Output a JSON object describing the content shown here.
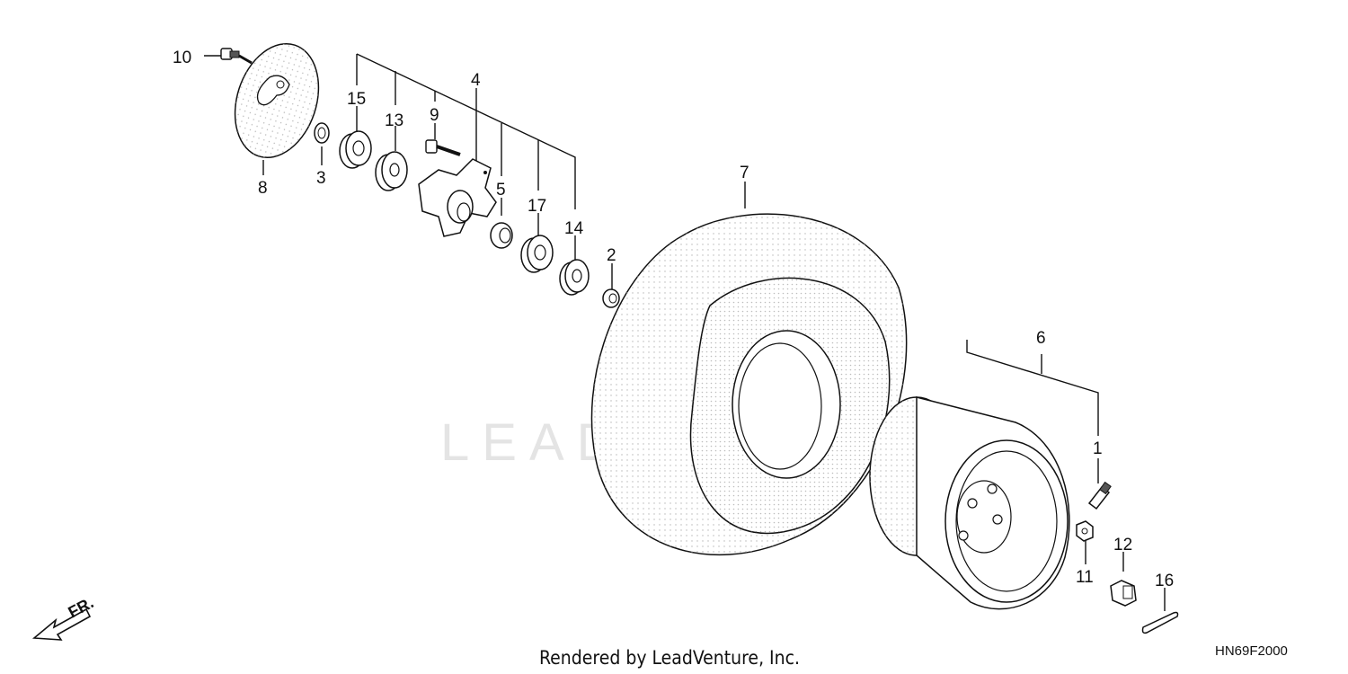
{
  "diagram": {
    "callouts": {
      "p1": "1",
      "p2": "2",
      "p3": "3",
      "p4": "4",
      "p5": "5",
      "p6": "6",
      "p7": "7",
      "p8": "8",
      "p9": "9",
      "p10": "10",
      "p11": "11",
      "p12": "12",
      "p13": "13",
      "p14": "14",
      "p15": "15",
      "p16": "16",
      "p17": "17"
    },
    "direction_label": "FR.",
    "footer_text": "Rendered by LeadVenture, Inc.",
    "diagram_code": "HN69F2000",
    "watermark_text": "LEADVENTURE"
  }
}
